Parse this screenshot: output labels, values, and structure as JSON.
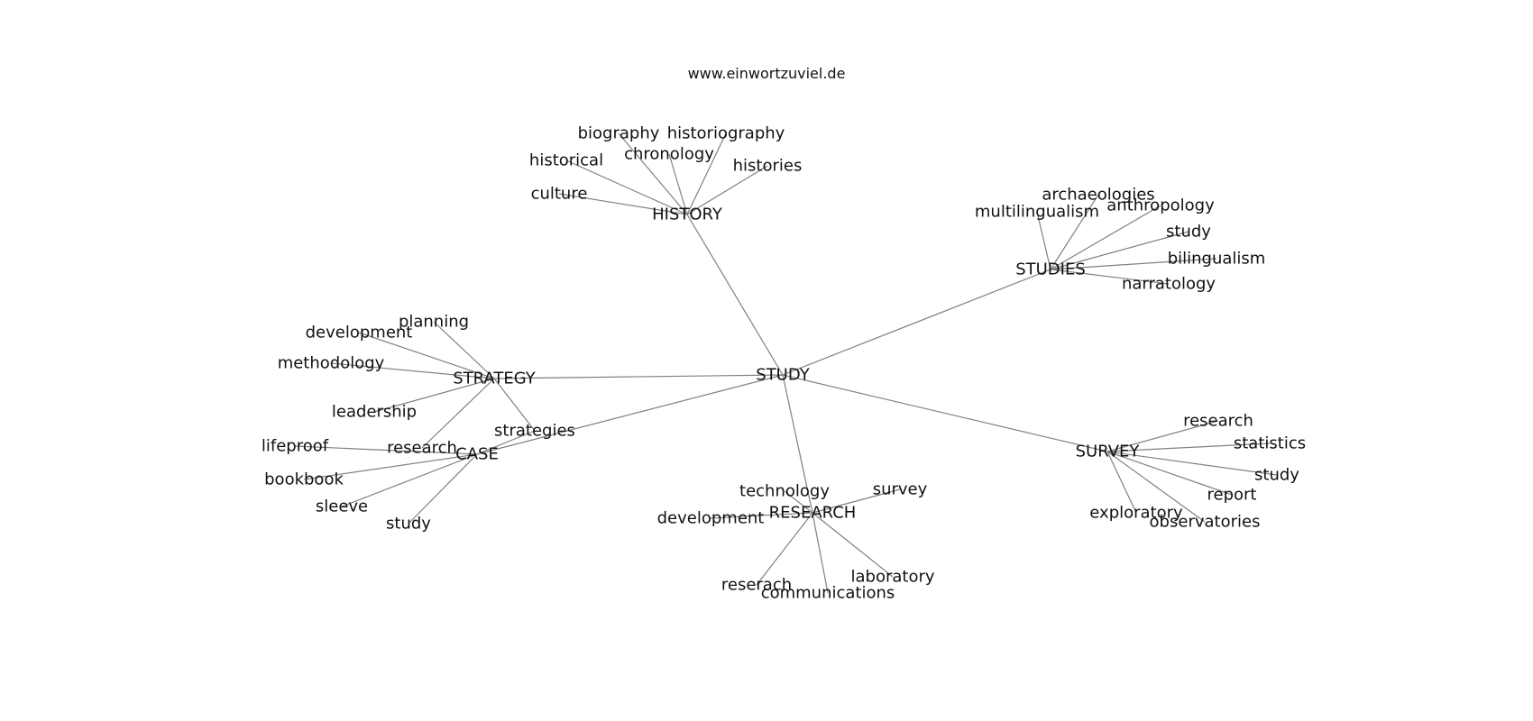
{
  "watermark": "www.einwortzuviel.de",
  "colors": {
    "background": "#ffffff",
    "edge": "#808080",
    "text": "#111111"
  },
  "graph": {
    "root": "STUDY",
    "hubs": [
      {
        "label": "HISTORY",
        "children": [
          "biography",
          "historiography",
          "historical",
          "chronology",
          "histories",
          "culture"
        ]
      },
      {
        "label": "STUDIES",
        "children": [
          "archaeologies",
          "multilingualism",
          "anthropology",
          "study",
          "bilingualism",
          "narratology"
        ]
      },
      {
        "label": "STRATEGY",
        "children": [
          "planning",
          "development",
          "methodology",
          "leadership",
          "research",
          "strategies"
        ]
      },
      {
        "label": "CASE",
        "children": [
          "lifeproof",
          "bookbook",
          "sleeve",
          "study",
          "strategies"
        ]
      },
      {
        "label": "RESEARCH",
        "children": [
          "technology",
          "survey",
          "development",
          "reserach",
          "communications",
          "laboratory"
        ]
      },
      {
        "label": "SURVEY",
        "children": [
          "research",
          "statistics",
          "study",
          "report",
          "exploratory",
          "observatories"
        ]
      }
    ]
  }
}
